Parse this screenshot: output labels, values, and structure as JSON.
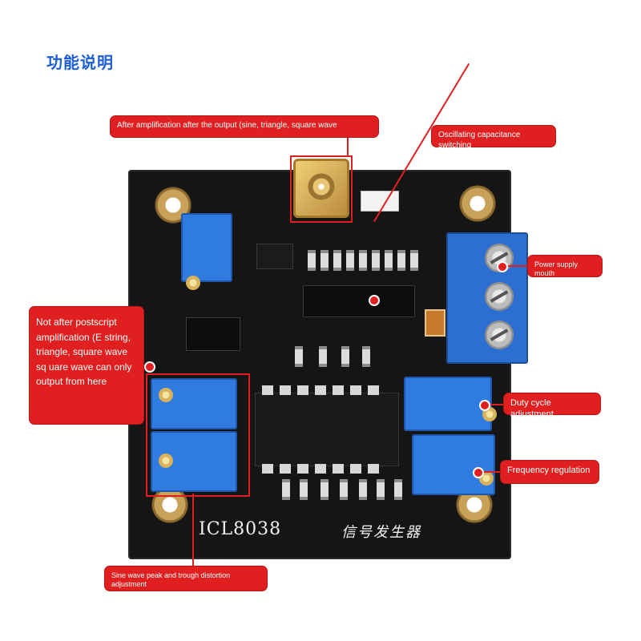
{
  "page_title": "功能说明",
  "board": {
    "model_label": "ICL8038",
    "product_label": "信号发生器"
  },
  "annotations": {
    "output_amplified": "After amplification after the output (sine, triangle, square wave",
    "oscillating_capacitance": "Oscillating capacitance switching",
    "power_supply": "Power supply mouth",
    "not_amplified": "Not after postscript amplification (E string, triangle, square wave sq uare wave can only output from here",
    "duty_cycle": "Duty cycle adjustment",
    "frequency": "Frequency regulation",
    "sine_distortion": "Sine wave peak and trough distortion adjustment"
  },
  "colors": {
    "accent": "#e02020",
    "title": "#1f5fd6",
    "pcb": "#151515",
    "potentiometer": "#2f7be0"
  }
}
